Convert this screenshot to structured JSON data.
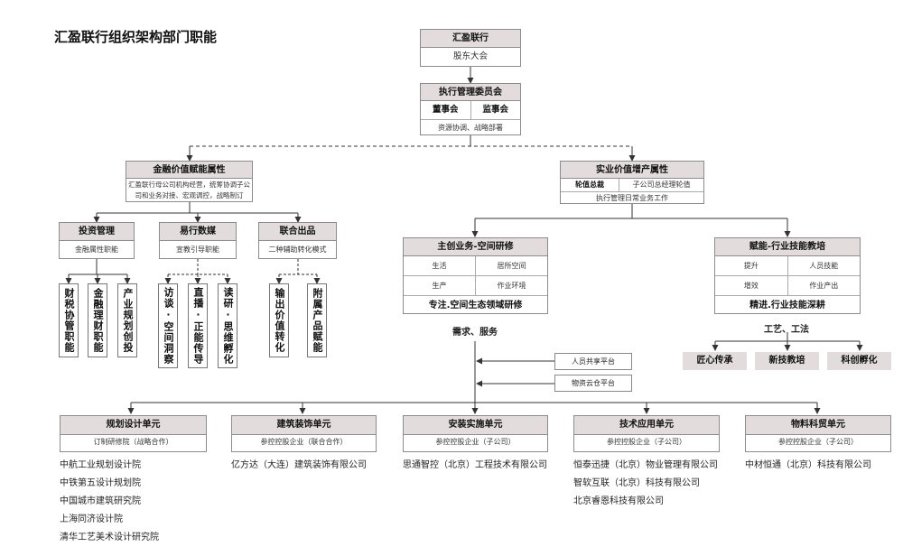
{
  "title": "汇盈联行组织架构部门职能",
  "top": {
    "name": "汇盈联行",
    "sub": "股东大会"
  },
  "exec": {
    "name": "执行管理委员会",
    "left": "董事会",
    "right": "监事会",
    "desc": "资源协调、战略部署"
  },
  "finance": {
    "name": "金融价值赋能属性",
    "desc_line1": "汇盈联行母公司机构经营，统筹协调子公",
    "desc_line2": "司和业务对接、宏观调控，战略制订",
    "groups": [
      {
        "name": "投资管理",
        "desc": "金融属性职能",
        "items": [
          "财税协管职能",
          "金融理财职能",
          "产业规划创投"
        ]
      },
      {
        "name": "易行数媒",
        "desc": "宣教引导职能",
        "items": [
          "访谈·空间洞察",
          "直播·正能传导",
          "读研·思维孵化"
        ]
      },
      {
        "name": "联合出品",
        "desc": "二种辅助转化模式",
        "items": [
          "输出价值转化",
          "附属产品赋能"
        ]
      }
    ]
  },
  "industry": {
    "name": "实业价值增产属性",
    "left": "轮值总裁",
    "right": "子公司总经理轮值",
    "desc": "执行管理日常业务工作",
    "main": {
      "name": "主创业务-空间研修",
      "cells": [
        "生活",
        "居所空间",
        "生产",
        "作业环境"
      ],
      "footer": "专注.空间生态领域研修",
      "below": "需求、服务"
    },
    "enable": {
      "name": "赋能-行业技能教培",
      "cells": [
        "提升",
        "人员技能",
        "增效",
        "作业产出"
      ],
      "footer": "精进.行业技能深耕",
      "below": "工艺、工法",
      "programs": [
        "匠心传承",
        "新技教培",
        "科创孵化"
      ]
    },
    "platforms": [
      "人员共享平台",
      "物资云仓平台"
    ]
  },
  "units": [
    {
      "name": "规划设计单元",
      "sub": "订制研修院（战略合作）",
      "companies": [
        "中航工业规划设计院",
        "中铁第五设计规划院",
        "中国城市建筑研究院",
        "上海同济设计院",
        "清华工艺美术设计研究院"
      ]
    },
    {
      "name": "建筑装饰单元",
      "sub": "参控控股企业（联合合作）",
      "companies": [
        "亿方达（大连）建筑装饰有限公司"
      ]
    },
    {
      "name": "安装实施单元",
      "sub": "参控控股企业（子公司）",
      "companies": [
        "思通智控（北京）工程技术有限公司"
      ]
    },
    {
      "name": "技术应用单元",
      "sub": "参控控股企业（子公司）",
      "companies": [
        "恒泰迅捷（北京）物业管理有限公司",
        "智软互联（北京）科技有限公司",
        "北京睿恩科技有限公司"
      ]
    },
    {
      "name": "物料科贸单元",
      "sub": "参控控股企业（子公司）",
      "companies": [
        "中材恒通（北京）科技有限公司"
      ]
    }
  ]
}
